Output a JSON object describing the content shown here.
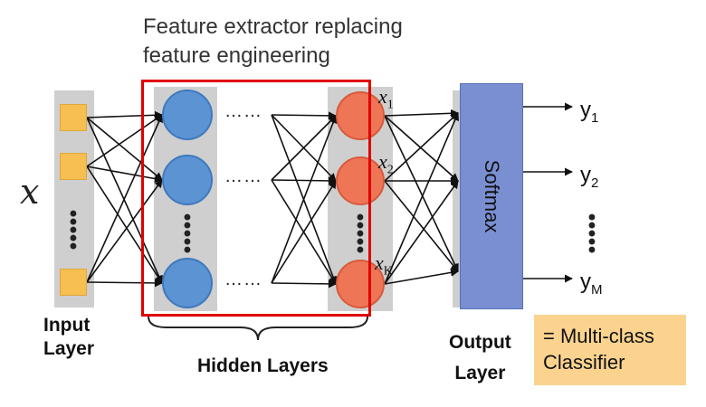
{
  "diagram": {
    "title_line1": "Feature extractor replacing",
    "title_line2": "feature engineering",
    "input_symbol": "x",
    "input_layer_line1": "Input",
    "input_layer_line2": "Layer",
    "hidden_layers_label": "Hidden Layers",
    "output_layer_line1": "Output",
    "output_layer_line2": "Layer",
    "softmax_label": "Softmax",
    "hdots": "……",
    "vdots": "⋮",
    "feature_labels": [
      {
        "base": "x",
        "sub": "1"
      },
      {
        "base": "x",
        "sub": "2"
      },
      {
        "base": "x",
        "sub": "K"
      }
    ],
    "outputs": [
      {
        "base": "y",
        "sub": "1"
      },
      {
        "base": "y",
        "sub": "2"
      },
      {
        "base": "y",
        "sub": "M"
      }
    ],
    "classifier_line1": "= Multi-class",
    "classifier_line2": "Classifier",
    "colors": {
      "input_node": "#f7bf52",
      "hidden_node": "#5b93d3",
      "feature_node": "#ef7557",
      "softmax": "#7a8fd2",
      "highlight_box": "#e00000",
      "classifier_box": "#fbd38f"
    }
  }
}
